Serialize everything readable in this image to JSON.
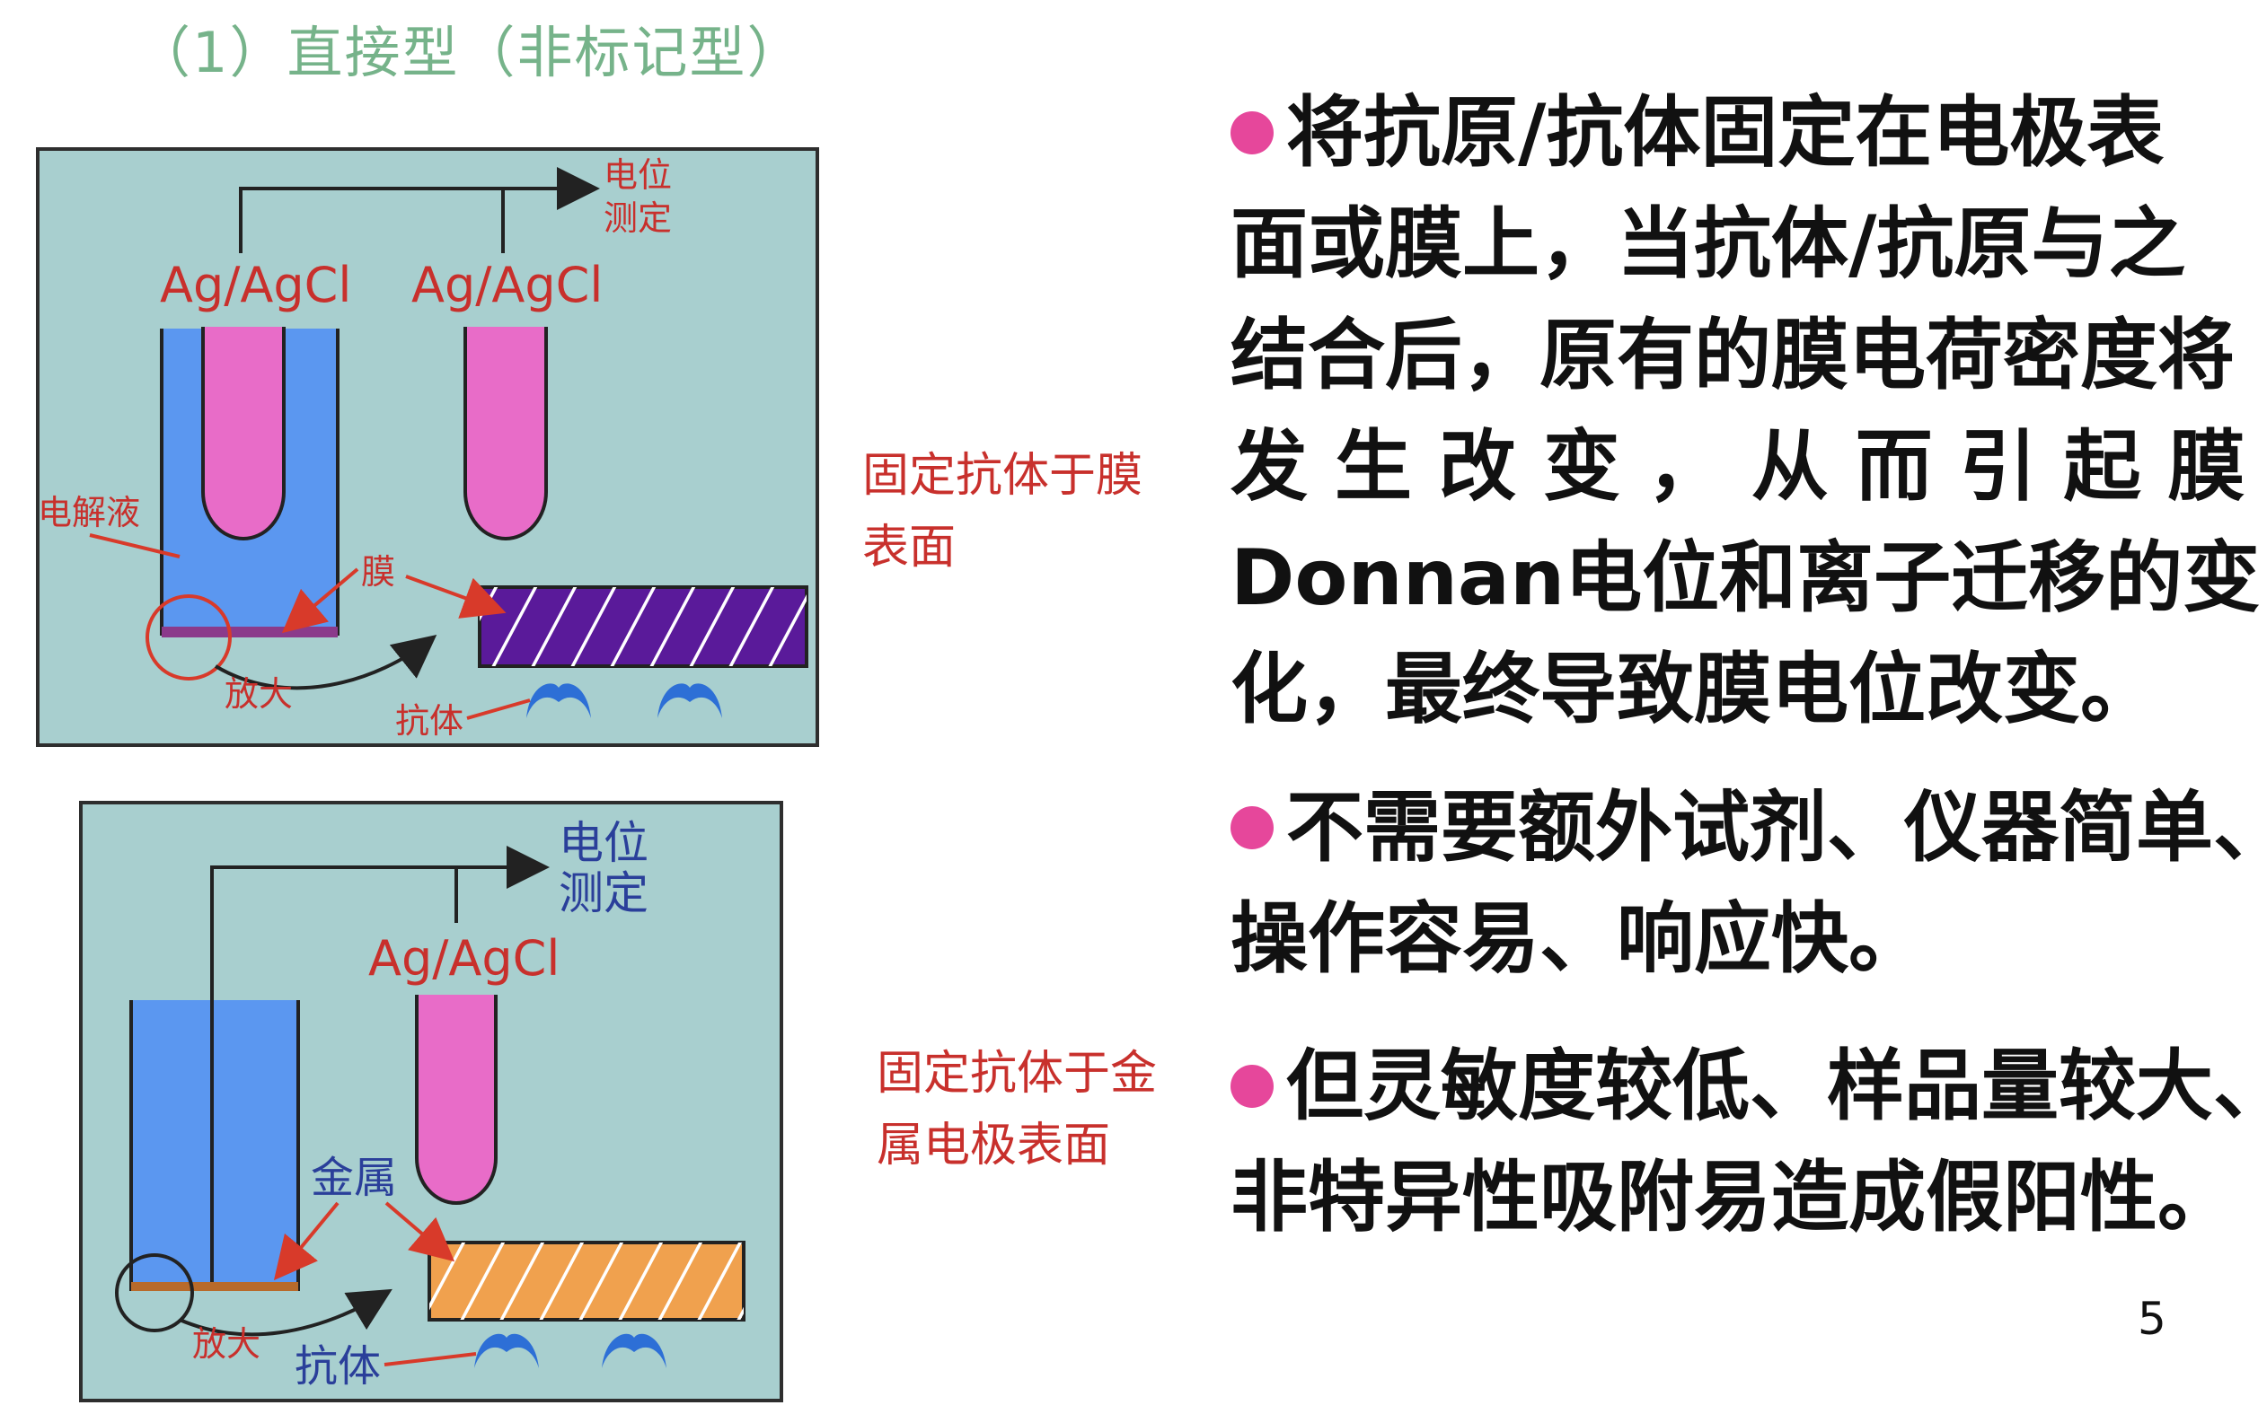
{
  "heading": "（1）直接型（非标记型）",
  "diagram1": {
    "label_potential": [
      "电位",
      "测定"
    ],
    "electrode_left": "Ag/AgCl",
    "electrode_right": "Ag/AgCl",
    "label_electrolyte": "电解液",
    "label_membrane": "膜",
    "label_magnify": "放大",
    "label_antibody": "抗体",
    "caption": [
      "固定抗体于膜",
      "表面"
    ]
  },
  "diagram2": {
    "label_potential": [
      "电位",
      "测定"
    ],
    "electrode": "Ag/AgCl",
    "label_metal": "金属",
    "label_magnify": "放大",
    "label_antibody": "抗体",
    "caption": [
      "固定抗体于金",
      "属电极表面"
    ]
  },
  "bullets": [
    {
      "lines": [
        "将抗原/抗体固定在电极表",
        "面或膜上，当抗体/抗原与之",
        "结合后，原有的膜电荷密度将",
        "发 生 改 变 ， 从 而 引 起 膜 的",
        "Donnan电位和离子迁移的变",
        "化，最终导致膜电位改变。"
      ]
    },
    {
      "lines": [
        "不需要额外试剂、仪器简单、",
        "操作容易、响应快。"
      ]
    },
    {
      "lines": [
        "但灵敏度较低、样品量较大、",
        "非特异性吸附易造成假阳性。"
      ]
    }
  ],
  "page_number": "5",
  "colors": {
    "panel_bg": "#a8cfcf",
    "electrolyte": "#5b97f0",
    "electrode": "#e86cc8",
    "membrane": "#5a1a9a",
    "metal": "#f0a14e",
    "antibody": "#2d6fd6",
    "label_red": "#c8302c",
    "label_blue": "#2a3f9a",
    "bullet_dot": "#e6479b"
  }
}
